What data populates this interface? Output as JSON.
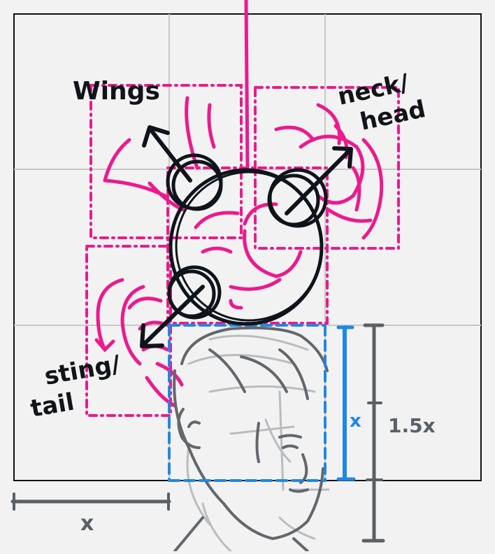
{
  "labels": {
    "wings": "Wings",
    "neck_head": "neck/ head",
    "neck_line1": "neck/",
    "neck_line2": "head",
    "sting_line1": "sting/",
    "sting_line2": "tail"
  },
  "measurements": {
    "inner_height": "x",
    "outer_height": "1.5x",
    "width": "x"
  },
  "colors": {
    "background": "#f2f2f2",
    "grid": "#c8c8c8",
    "magenta": "#ec1a8c",
    "ink": "#0f141a",
    "blue": "#1e88e5",
    "gray": "#5b6066",
    "sketch": "#b9bcbf"
  }
}
